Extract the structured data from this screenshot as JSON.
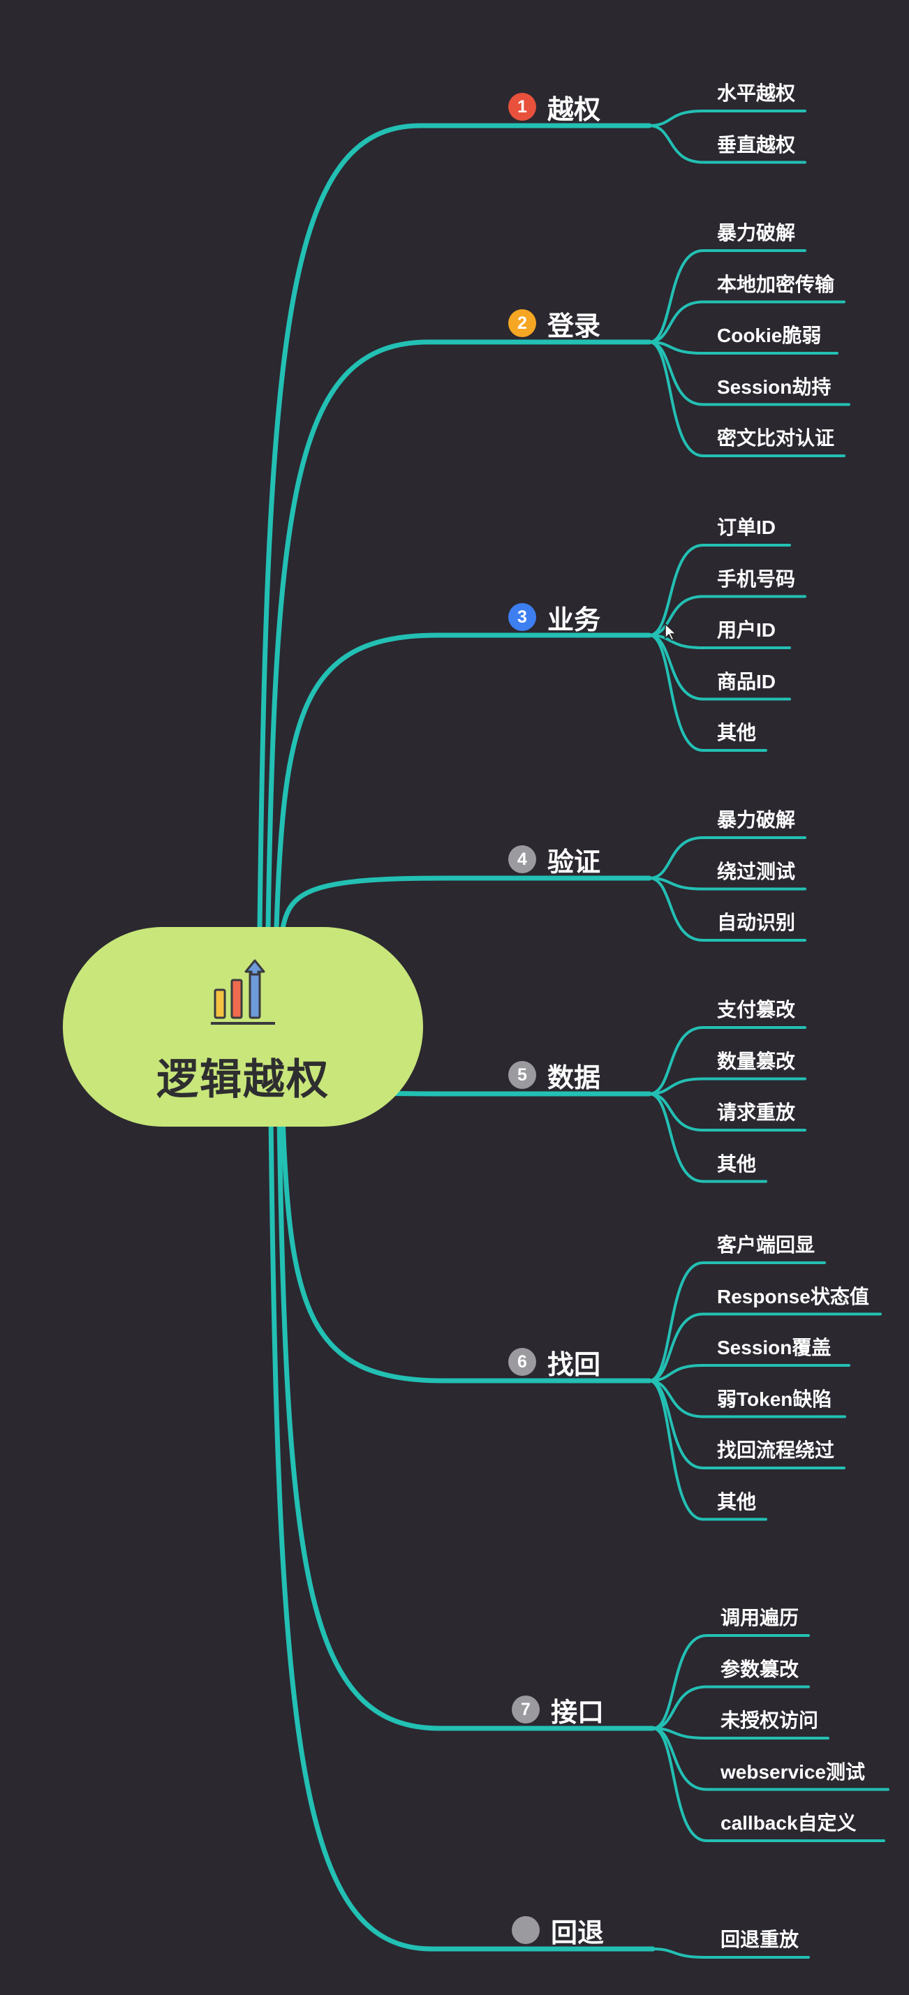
{
  "root": {
    "title": "逻辑越权",
    "icon": "bar-chart-up-arrow-icon",
    "color": "#c8e67a"
  },
  "line_color": "#23c0b4",
  "branches": [
    {
      "num": "1",
      "label": "越权",
      "badge_color": "#e8513c",
      "leaves": [
        "水平越权",
        "垂直越权"
      ]
    },
    {
      "num": "2",
      "label": "登录",
      "badge_color": "#f5a623",
      "leaves": [
        "暴力破解",
        "本地加密传输",
        "Cookie脆弱",
        "Session劫持",
        "密文比对认证"
      ]
    },
    {
      "num": "3",
      "label": "业务",
      "badge_color": "#3d7ff0",
      "leaves": [
        "订单ID",
        "手机号码",
        "用户ID",
        "商品ID",
        "其他"
      ]
    },
    {
      "num": "4",
      "label": "验证",
      "badge_color": "#9b9b9f",
      "leaves": [
        "暴力破解",
        "绕过测试",
        "自动识别"
      ]
    },
    {
      "num": "5",
      "label": "数据",
      "badge_color": "#9b9b9f",
      "leaves": [
        "支付篡改",
        "数量篡改",
        "请求重放",
        "其他"
      ]
    },
    {
      "num": "6",
      "label": "找回",
      "badge_color": "#9b9b9f",
      "leaves": [
        "客户端回显",
        "Response状态值",
        "Session覆盖",
        "弱Token缺陷",
        "找回流程绕过",
        "其他"
      ]
    },
    {
      "num": "7",
      "label": "接口",
      "badge_color": "#9b9b9f",
      "leaves": [
        "调用遍历",
        "参数篡改",
        "未授权访问",
        "webservice测试",
        "callback自定义"
      ]
    },
    {
      "num": "",
      "label": "回退",
      "badge_color": "#9b9b9f",
      "leaves": [
        "回退重放"
      ]
    }
  ]
}
